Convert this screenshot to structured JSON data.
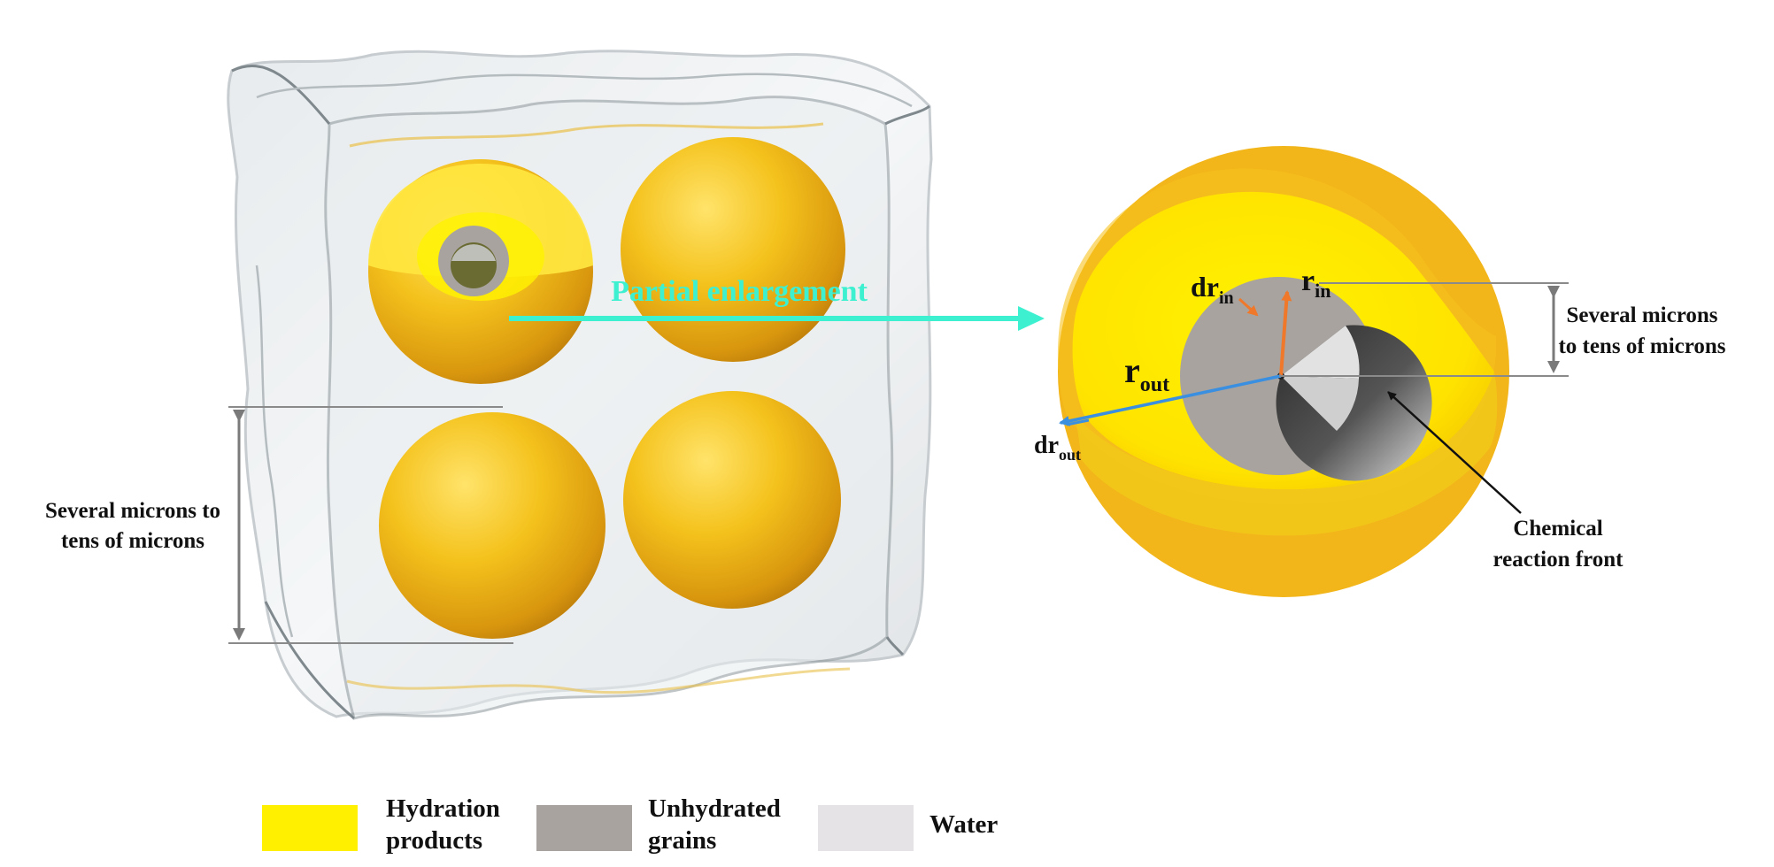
{
  "colors": {
    "hydration": "#FFF000",
    "unhydrated": "#A8A39E",
    "water": "#E6E3E6",
    "arrow_cyan": "#3DF0D0",
    "radius_in_orange": "#F0782A",
    "radius_out_blue": "#3A8FE0",
    "sphere_gold": "#F2BE1A"
  },
  "left_panel": {
    "scale_label_line1": "Several microns to",
    "scale_label_line2": "tens of microns"
  },
  "arrow": {
    "label": "Partial enlargement"
  },
  "right_panel": {
    "dr_in": {
      "main": "dr",
      "sub": "in"
    },
    "r_in": {
      "main": "r",
      "sub": "in"
    },
    "r_out": {
      "main": "r",
      "sub": "out"
    },
    "dr_out": {
      "main": "dr",
      "sub": "out"
    },
    "scale_label_line1": "Several microns",
    "scale_label_line2": "to tens of microns",
    "front_label_line1": "Chemical",
    "front_label_line2": "reaction front"
  },
  "legend": [
    {
      "line1": "Hydration",
      "line2": "products",
      "icon": "hydration-swatch"
    },
    {
      "line1": "Unhydrated",
      "line2": "grains",
      "icon": "unhydrated-swatch"
    },
    {
      "line1": "Water",
      "line2": "",
      "icon": "water-swatch"
    }
  ]
}
